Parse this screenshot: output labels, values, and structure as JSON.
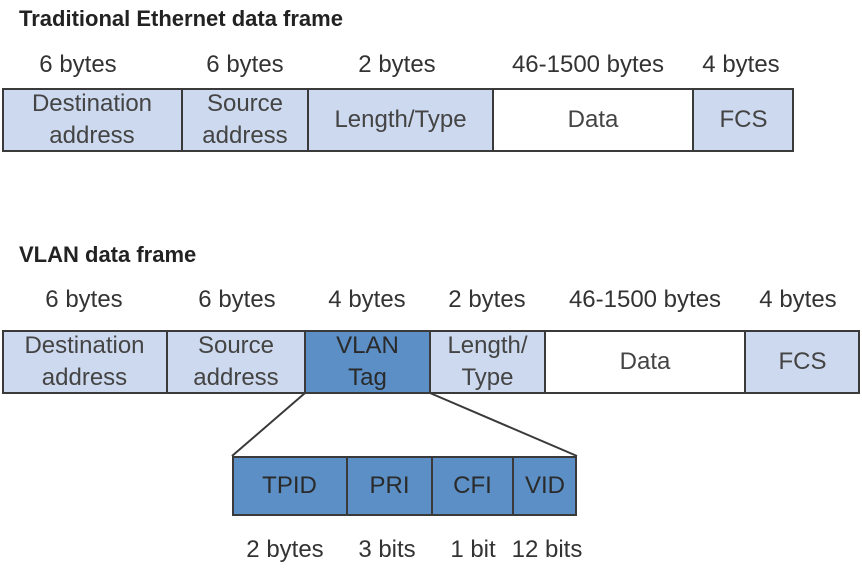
{
  "traditional": {
    "title": "Traditional Ethernet data frame",
    "fields": [
      {
        "size": "6 bytes",
        "label": "Destination address",
        "lines": [
          "Destination",
          "address"
        ],
        "fill": "light"
      },
      {
        "size": "6 bytes",
        "label": "Source address",
        "lines": [
          "Source",
          "address"
        ],
        "fill": "light"
      },
      {
        "size": "2 bytes",
        "label": "Length/Type",
        "lines": [
          "Length/Type"
        ],
        "fill": "light"
      },
      {
        "size": "46-1500 bytes",
        "label": "Data",
        "lines": [
          "Data"
        ],
        "fill": "white"
      },
      {
        "size": "4 bytes",
        "label": "FCS",
        "lines": [
          "FCS"
        ],
        "fill": "light"
      }
    ]
  },
  "vlan": {
    "title": "VLAN data frame",
    "fields": [
      {
        "size": "6 bytes",
        "label": "Destination address",
        "lines": [
          "Destination",
          "address"
        ],
        "fill": "light"
      },
      {
        "size": "6 bytes",
        "label": "Source address",
        "lines": [
          "Source",
          "address"
        ],
        "fill": "light"
      },
      {
        "size": "4 bytes",
        "label": "VLAN Tag",
        "lines": [
          "VLAN",
          "Tag"
        ],
        "fill": "dark"
      },
      {
        "size": "2 bytes",
        "label": "Length/Type",
        "lines": [
          "Length/",
          "Type"
        ],
        "fill": "light"
      },
      {
        "size": "46-1500 bytes",
        "label": "Data",
        "lines": [
          "Data"
        ],
        "fill": "white"
      },
      {
        "size": "4 bytes",
        "label": "FCS",
        "lines": [
          "FCS"
        ],
        "fill": "light"
      }
    ]
  },
  "vlan_tag": {
    "fields": [
      {
        "label": "TPID",
        "size": "2 bytes"
      },
      {
        "label": "PRI",
        "size": "3 bits"
      },
      {
        "label": "CFI",
        "size": "1 bit"
      },
      {
        "label": "VID",
        "size": "12 bits"
      }
    ]
  },
  "colors": {
    "light_fill": "#cdd9ee",
    "dark_fill": "#5b8fc5",
    "white_fill": "#ffffff",
    "border": "#3a3a3a"
  }
}
